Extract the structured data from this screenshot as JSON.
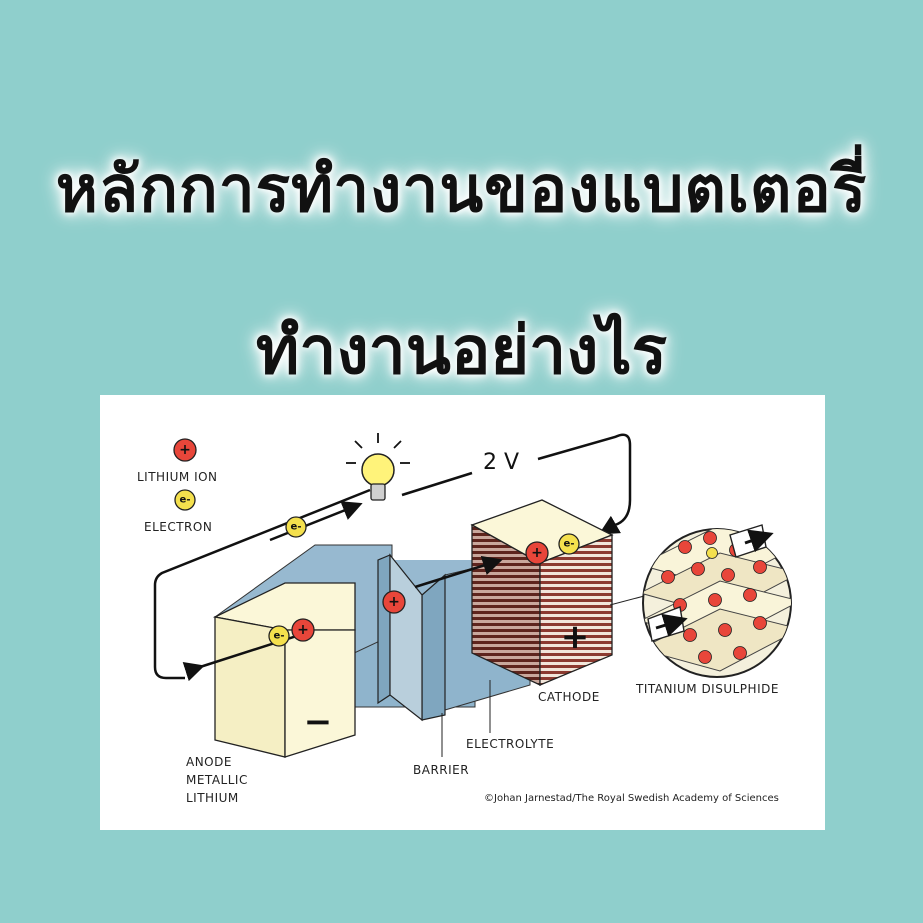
{
  "title": {
    "line1": "หลักการทำงานของแบตเตอรี่",
    "line2": "ทำงานอย่างไร"
  },
  "diagram": {
    "legend": {
      "lithium_ion": "LITHIUM ION",
      "electron": "ELECTRON"
    },
    "voltage": "2 V",
    "labels": {
      "anode": [
        "ANODE",
        "METALLIC",
        "LITHIUM"
      ],
      "barrier": "BARRIER",
      "electrolyte": "ELECTROLYTE",
      "cathode": "CATHODE",
      "titanium": "TITANIUM DISULPHIDE"
    },
    "symbols": {
      "plus": "+",
      "minus": "−",
      "electron": "e-"
    },
    "credit": "©Johan Jarnestad/The Royal Swedish Academy of Sciences"
  },
  "colors": {
    "background": "#8fcfcc",
    "ion": "#e8463a",
    "electron": "#f4e04d",
    "anode": "#fbf7d8",
    "electrolyte": "#8fb4cc",
    "cathode_stripe": "#8c3a30"
  }
}
